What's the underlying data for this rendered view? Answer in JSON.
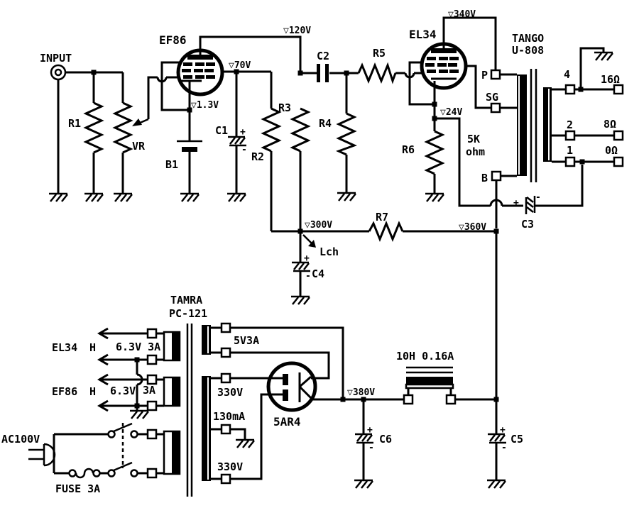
{
  "schematic": {
    "input_label": "INPUT",
    "tubes": {
      "ef86": "EF86",
      "el34": "EL34",
      "rectifier": "5AR4"
    },
    "voltages": {
      "v120": "▽120V",
      "v340": "▽340V",
      "v70": "▽70V",
      "v1_3": "▽1.3V",
      "v24": "▽24V",
      "v300": "▽300V",
      "v360": "▽360V",
      "v380": "▽380V"
    },
    "resistors": {
      "r1": "R1",
      "r2": "R2",
      "r3": "R3",
      "r4": "R4",
      "r5": "R5",
      "r6": "R6",
      "r7": "R7",
      "vr": "VR"
    },
    "capacitors": {
      "c1": "C1",
      "c2": "C2",
      "c3": "C3",
      "c4": "C4",
      "c5": "C5",
      "c6": "C6"
    },
    "battery": "B1",
    "channel_note": "Lch",
    "choke": "10H 0.16A",
    "output_transformer": {
      "brand": "TANGO",
      "model": "U-808",
      "primary": {
        "plate": "P",
        "screen": "SG",
        "bplus": "B",
        "impedance_line1": "5K",
        "impedance_line2": "ohm"
      },
      "secondary": {
        "tap4": "4",
        "tap2": "2",
        "tap1": "1",
        "out16": "16Ω",
        "out8": "8Ω",
        "out0": "0Ω"
      }
    },
    "power_transformer": {
      "brand": "TAMRA",
      "model": "PC-121",
      "el34_heater": {
        "tube": "EL34",
        "h": "H",
        "rating": "6.3V 3A"
      },
      "ef86_heater": {
        "tube": "EF86",
        "h": "H",
        "volts": "6.3V",
        "amps": "3A"
      },
      "rectifier_winding": "5V3A",
      "hv_top": "330V",
      "ct": "130mA",
      "hv_bottom": "330V"
    },
    "mains": {
      "source": "AC100V",
      "fuse": "FUSE 3A"
    },
    "signs": {
      "plus": "+",
      "minus": "-"
    }
  }
}
